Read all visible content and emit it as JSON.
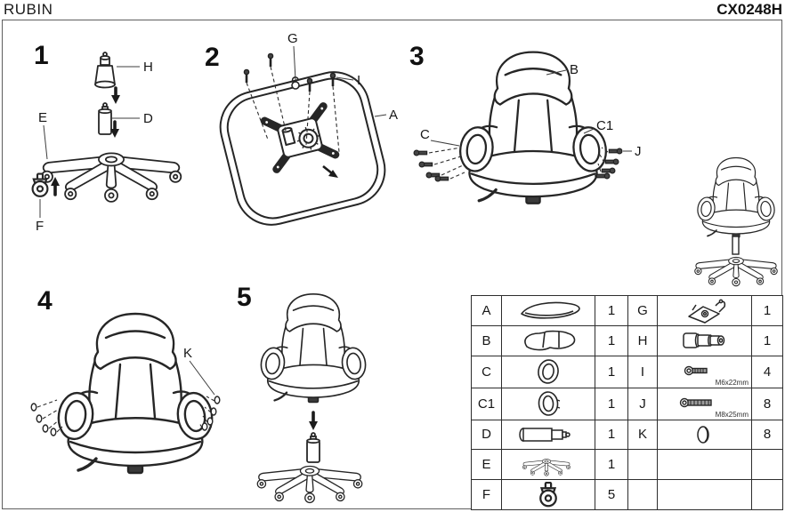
{
  "header": {
    "brand": "RUBIN",
    "model": "CX0248H"
  },
  "ink_color": "#262626",
  "steps": {
    "s1": {
      "number": "1",
      "parts": {
        "h": "H",
        "d": "D",
        "e": "E",
        "f": "F"
      }
    },
    "s2": {
      "number": "2",
      "parts": {
        "g": "G",
        "i": "I",
        "a": "A"
      }
    },
    "s3": {
      "number": "3",
      "parts": {
        "b": "B",
        "c": "C",
        "c1": "C1",
        "j": "J"
      }
    },
    "s4": {
      "number": "4",
      "parts": {
        "k": "K"
      }
    },
    "s5": {
      "number": "5"
    }
  },
  "parts_table": {
    "left": [
      {
        "label": "A",
        "icon": "seat-icon",
        "qty": "1"
      },
      {
        "label": "B",
        "icon": "headrest-icon",
        "qty": "1"
      },
      {
        "label": "C",
        "icon": "armrest-icon",
        "qty": "1"
      },
      {
        "label": "C1",
        "icon": "armrest-icon",
        "qty": "1"
      },
      {
        "label": "D",
        "icon": "gas-lift-icon",
        "qty": "1"
      },
      {
        "label": "E",
        "icon": "base-icon",
        "qty": "1"
      },
      {
        "label": "F",
        "icon": "caster-icon",
        "qty": "5"
      }
    ],
    "right": [
      {
        "label": "G",
        "icon": "mechanism-icon",
        "qty": "1",
        "note": ""
      },
      {
        "label": "H",
        "icon": "telescopic-cover-icon",
        "qty": "1",
        "note": ""
      },
      {
        "label": "I",
        "icon": "screw-icon",
        "qty": "4",
        "note": "M6x22mm"
      },
      {
        "label": "J",
        "icon": "screw-icon",
        "qty": "8",
        "note": "M8x25mm"
      },
      {
        "label": "K",
        "icon": "cap-icon",
        "qty": "8",
        "note": ""
      }
    ]
  }
}
